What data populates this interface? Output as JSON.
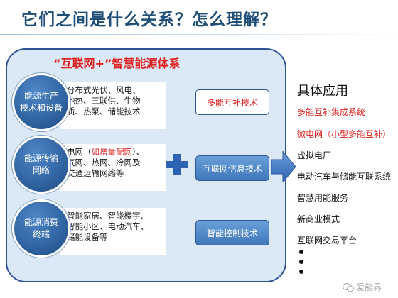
{
  "title": "它们之间是什么关系？怎么理解？",
  "main_title": "“互联网+”智慧能源体系",
  "categories": [
    {
      "label": "能源生产\n技术和设备",
      "description": "分布式光伏、风电、\n地热、三联供、生物\n质、热泵、储能技术",
      "technology": "多能互补技术"
    },
    {
      "label": "能源传输\n网络",
      "description_pre": "电网（",
      "description_highlight": "如增量配网",
      "description_post": "）、\n气网、热网、冷网及\n交通运输网络等",
      "technology": "互联网信息技术"
    },
    {
      "label": "能源消费\n终端",
      "description": "智能家居、智能楼宇、\n智能小区、电动汽车、\n储能设备等",
      "technology": "智能控制技术"
    }
  ],
  "applications": {
    "heading": "具体应用",
    "items": [
      "多能互补集成系统",
      "微电网（小型多能互补）",
      "虚拟电厂",
      "电动汽车与储能互联系统",
      "智慧用能服务",
      "新商业模式",
      "互联网交易平台"
    ]
  },
  "watermark": "爱能界",
  "colors": {
    "accent_red": "#e0201f",
    "title_blue": "#1f4e79",
    "circle_blue": "#2b5d9a",
    "panel_bg": "#dbe9f7",
    "border_blue": "#2f5597"
  }
}
